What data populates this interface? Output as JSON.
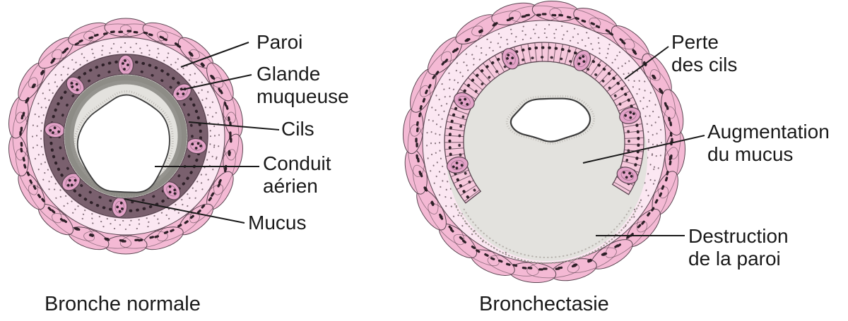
{
  "colors": {
    "background": "#ffffff",
    "muscle_pink": "#f4b9d4",
    "submucosa_pink": "#fbe7f2",
    "epithelium_pink": "#f6c8dc",
    "gland_pink": "#e3a2c8",
    "mucus_gray": "#e3e2de",
    "lumen_white": "#ffffff",
    "outline": "#5b4652",
    "nucleus": "#2e2028",
    "speckle": "#6f5a65",
    "cilia_gray": "#8b8b85",
    "stipple_gray": "#a19b95",
    "lumen_outline": "#3d3d3d",
    "leader_line": "#1a1a1a",
    "text": "#1a1a1a"
  },
  "left_panel": {
    "caption": "Bronche normale",
    "labels": {
      "paroi": "Paroi",
      "glande_muqueuse": "Glande\nmuqueuse",
      "cils": "Cils",
      "conduit_aerien": "Conduit\naérien",
      "mucus": "Mucus"
    }
  },
  "right_panel": {
    "caption": "Bronchectasie",
    "labels": {
      "perte_des_cils": "Perte\ndes cils",
      "augmentation_du_mucus": "Augmentation\ndu mucus",
      "destruction_de_la_paroi": "Destruction\nde la paroi"
    }
  }
}
